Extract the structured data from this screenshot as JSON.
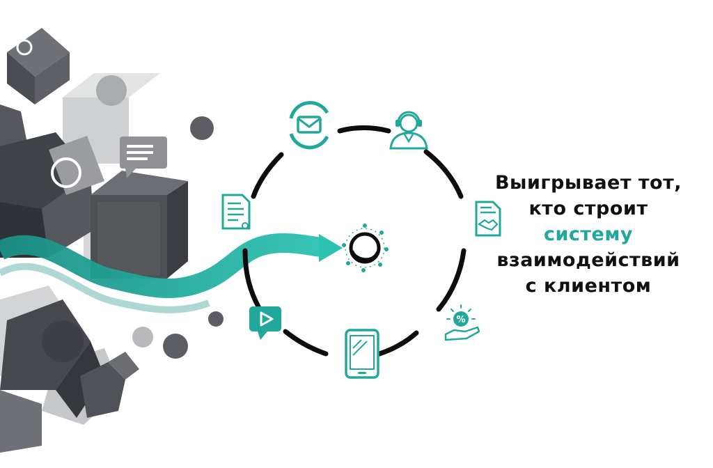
{
  "headline": {
    "line1": "Выигрывает тот,",
    "line2": "кто строит",
    "line3_accent": "систему",
    "line4": "взаимодействий",
    "line5": "с клиентом"
  },
  "colors": {
    "accent": "#21a89a",
    "text": "#111111",
    "ring": "#0d0d0d",
    "shape_dark": "#4a4d51",
    "shape_mid": "#8a8d90",
    "shape_light": "#c9cacb"
  },
  "icons": [
    "mail-icon",
    "support-agent-icon",
    "document-icon",
    "contract-handshake-icon",
    "video-message-icon",
    "smartphone-icon",
    "discount-offer-icon",
    "central-hub-icon"
  ]
}
